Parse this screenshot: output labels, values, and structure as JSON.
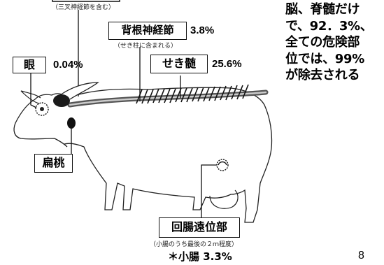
{
  "labels": {
    "brain_note": "（三叉神経節を含む）",
    "drg": {
      "name": "背根神経節",
      "pct": "3.8%",
      "note": "（せき柱に含まれる）"
    },
    "eye": {
      "name": "眼",
      "pct": "0.04%"
    },
    "spinal": {
      "name": "せき髄",
      "pct": "25.6%"
    },
    "tonsil": {
      "name": "扁桃"
    },
    "ileum": {
      "name": "回腸遠位部",
      "note": "（小腸のうち最後の２ｍ程度）"
    },
    "small_intestine": "＊小腸 3.3%"
  },
  "summary": {
    "lines": [
      "脳、脊髄だけ",
      "で、92．3%、",
      "全ての危険部",
      "位では、99%",
      "が除去される"
    ]
  },
  "page_number": "8"
}
